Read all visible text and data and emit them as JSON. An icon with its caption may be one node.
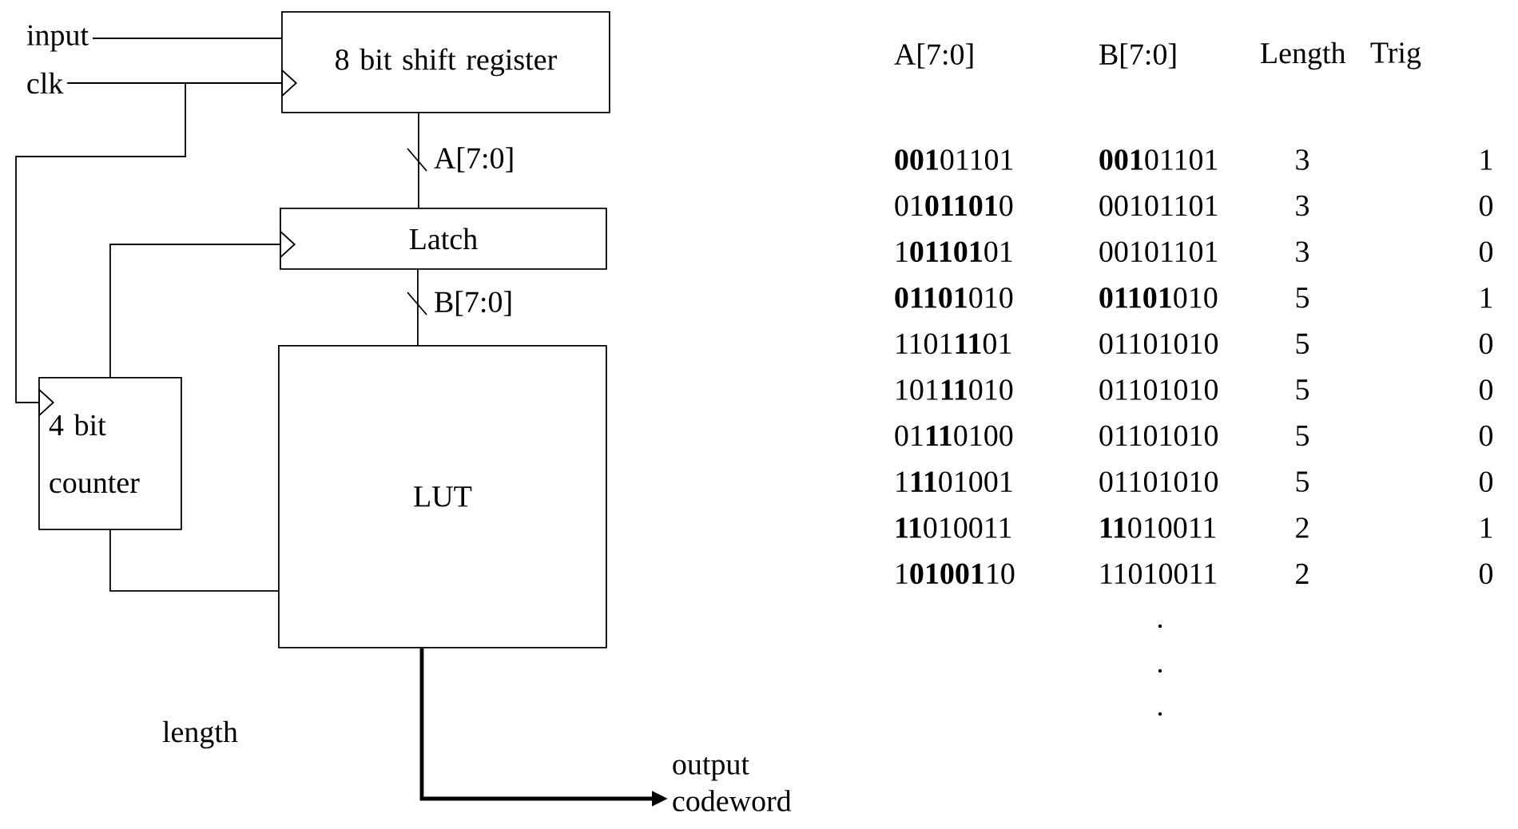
{
  "diagram": {
    "nodes": [
      {
        "text": [
          "input"
        ]
      },
      {
        "text": [
          "clk"
        ]
      },
      {
        "text": [
          "8 bit shift register"
        ]
      },
      {
        "text": [
          "Latch"
        ]
      },
      {
        "text": [
          "4 bit counter"
        ]
      },
      {
        "text": [
          "LUT"
        ]
      },
      {
        "text": [
          "output codeword"
        ]
      }
    ],
    "edges": [
      {
        "from": 0,
        "to": 2,
        "arrow": "none"
      },
      {
        "from": 1,
        "to": 2,
        "arrow": "to"
      },
      {
        "from": 1,
        "to": 4,
        "arrow": "to"
      },
      {
        "from": 2,
        "to": 3,
        "arrow": "none",
        "label": "A[7:0]"
      },
      {
        "from": 3,
        "to": 5,
        "arrow": "none",
        "label": "B[7:0]"
      },
      {
        "from": 4,
        "to": 3,
        "arrow": "to"
      },
      {
        "from": 4,
        "to": 5,
        "arrow": "none"
      },
      {
        "from": 5,
        "to": 6,
        "arrow": "to",
        "style": "thick"
      }
    ],
    "labels": [
      "length",
      "A[7:0]",
      "B[7:0]",
      "Length",
      "Trig",
      "**001**01101",
      "**001**01101",
      "3",
      "1",
      "01**01101**0",
      "00101101",
      "3",
      "0",
      "1**01101**01",
      "00101101",
      "3",
      "0",
      "**01101**010",
      "**01101**010",
      "5",
      "1",
      "1101**11**01",
      "01101010",
      "5",
      "0",
      "101**11**010",
      "01101010",
      "5",
      "0",
      "01**11**0100",
      "01101010",
      "5",
      "0",
      "1**11**01001",
      "01101010",
      "5",
      "0",
      "**11**010011",
      "**11**010011",
      "2",
      "1",
      "1**01001**10",
      "11010011",
      "2",
      "0",
      ".",
      ".",
      "."
    ]
  }
}
